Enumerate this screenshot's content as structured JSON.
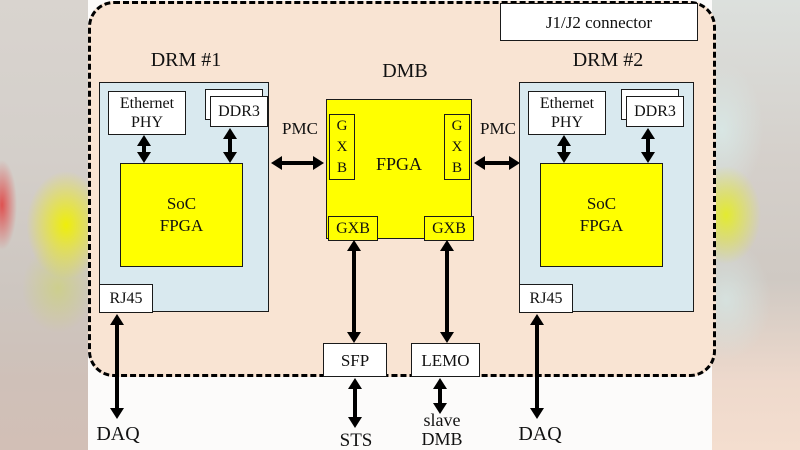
{
  "connector": {
    "label": "J1/J2 connector"
  },
  "modules": {
    "drm1": {
      "title": "DRM #1",
      "ethernet_phy": [
        "Ethernet",
        "PHY"
      ],
      "ddr3": "DDR3",
      "soc_fpga": [
        "SoC",
        "FPGA"
      ],
      "rj45": "RJ45"
    },
    "drm2": {
      "title": "DRM #2",
      "ethernet_phy": [
        "Ethernet",
        "PHY"
      ],
      "ddr3": "DDR3",
      "soc_fpga": [
        "SoC",
        "FPGA"
      ],
      "rj45": "RJ45"
    },
    "dmb": {
      "title": "DMB",
      "fpga": "FPGA",
      "gxb_side": [
        "G",
        "X",
        "B"
      ],
      "gxb_bottom": "GXB"
    }
  },
  "buses": {
    "pmc": "PMC",
    "sfp": "SFP",
    "lemo": "LEMO",
    "sts": "STS",
    "slave_dmb": [
      "slave",
      "DMB"
    ],
    "daq": "DAQ"
  },
  "colors": {
    "board_fill": "#f9e4d3",
    "module_fill": "#d9e9ef",
    "fpga_fill": "#ffff00",
    "box_fill": "#ffffff",
    "line": "#000000"
  }
}
